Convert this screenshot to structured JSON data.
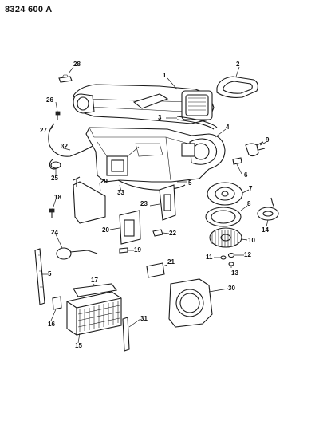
{
  "drawing_code": "8324 600 A",
  "callouts": [
    {
      "key": "c28",
      "label": "28"
    },
    {
      "key": "c2",
      "label": "2"
    },
    {
      "key": "c1",
      "label": "1"
    },
    {
      "key": "c26",
      "label": "26"
    },
    {
      "key": "c3",
      "label": "3"
    },
    {
      "key": "c4",
      "label": "4"
    },
    {
      "key": "c27",
      "label": "27"
    },
    {
      "key": "c9",
      "label": "9"
    },
    {
      "key": "c32",
      "label": "32"
    },
    {
      "key": "c6",
      "label": "6"
    },
    {
      "key": "c25",
      "label": "25"
    },
    {
      "key": "c5a",
      "label": "5"
    },
    {
      "key": "c29",
      "label": "29"
    },
    {
      "key": "c33",
      "label": "33"
    },
    {
      "key": "c7",
      "label": "7"
    },
    {
      "key": "c18",
      "label": "18"
    },
    {
      "key": "c23",
      "label": "23"
    },
    {
      "key": "c8",
      "label": "8"
    },
    {
      "key": "c14",
      "label": "14"
    },
    {
      "key": "c20",
      "label": "20"
    },
    {
      "key": "c22",
      "label": "22"
    },
    {
      "key": "c10",
      "label": "10"
    },
    {
      "key": "c24",
      "label": "24"
    },
    {
      "key": "c19",
      "label": "19"
    },
    {
      "key": "c11",
      "label": "11"
    },
    {
      "key": "c12",
      "label": "12"
    },
    {
      "key": "c5b",
      "label": "5"
    },
    {
      "key": "c21",
      "label": "21"
    },
    {
      "key": "c13",
      "label": "13"
    },
    {
      "key": "c17",
      "label": "17"
    },
    {
      "key": "c30",
      "label": "30"
    },
    {
      "key": "c16",
      "label": "16"
    },
    {
      "key": "c31",
      "label": "31"
    },
    {
      "key": "c15",
      "label": "15"
    }
  ]
}
